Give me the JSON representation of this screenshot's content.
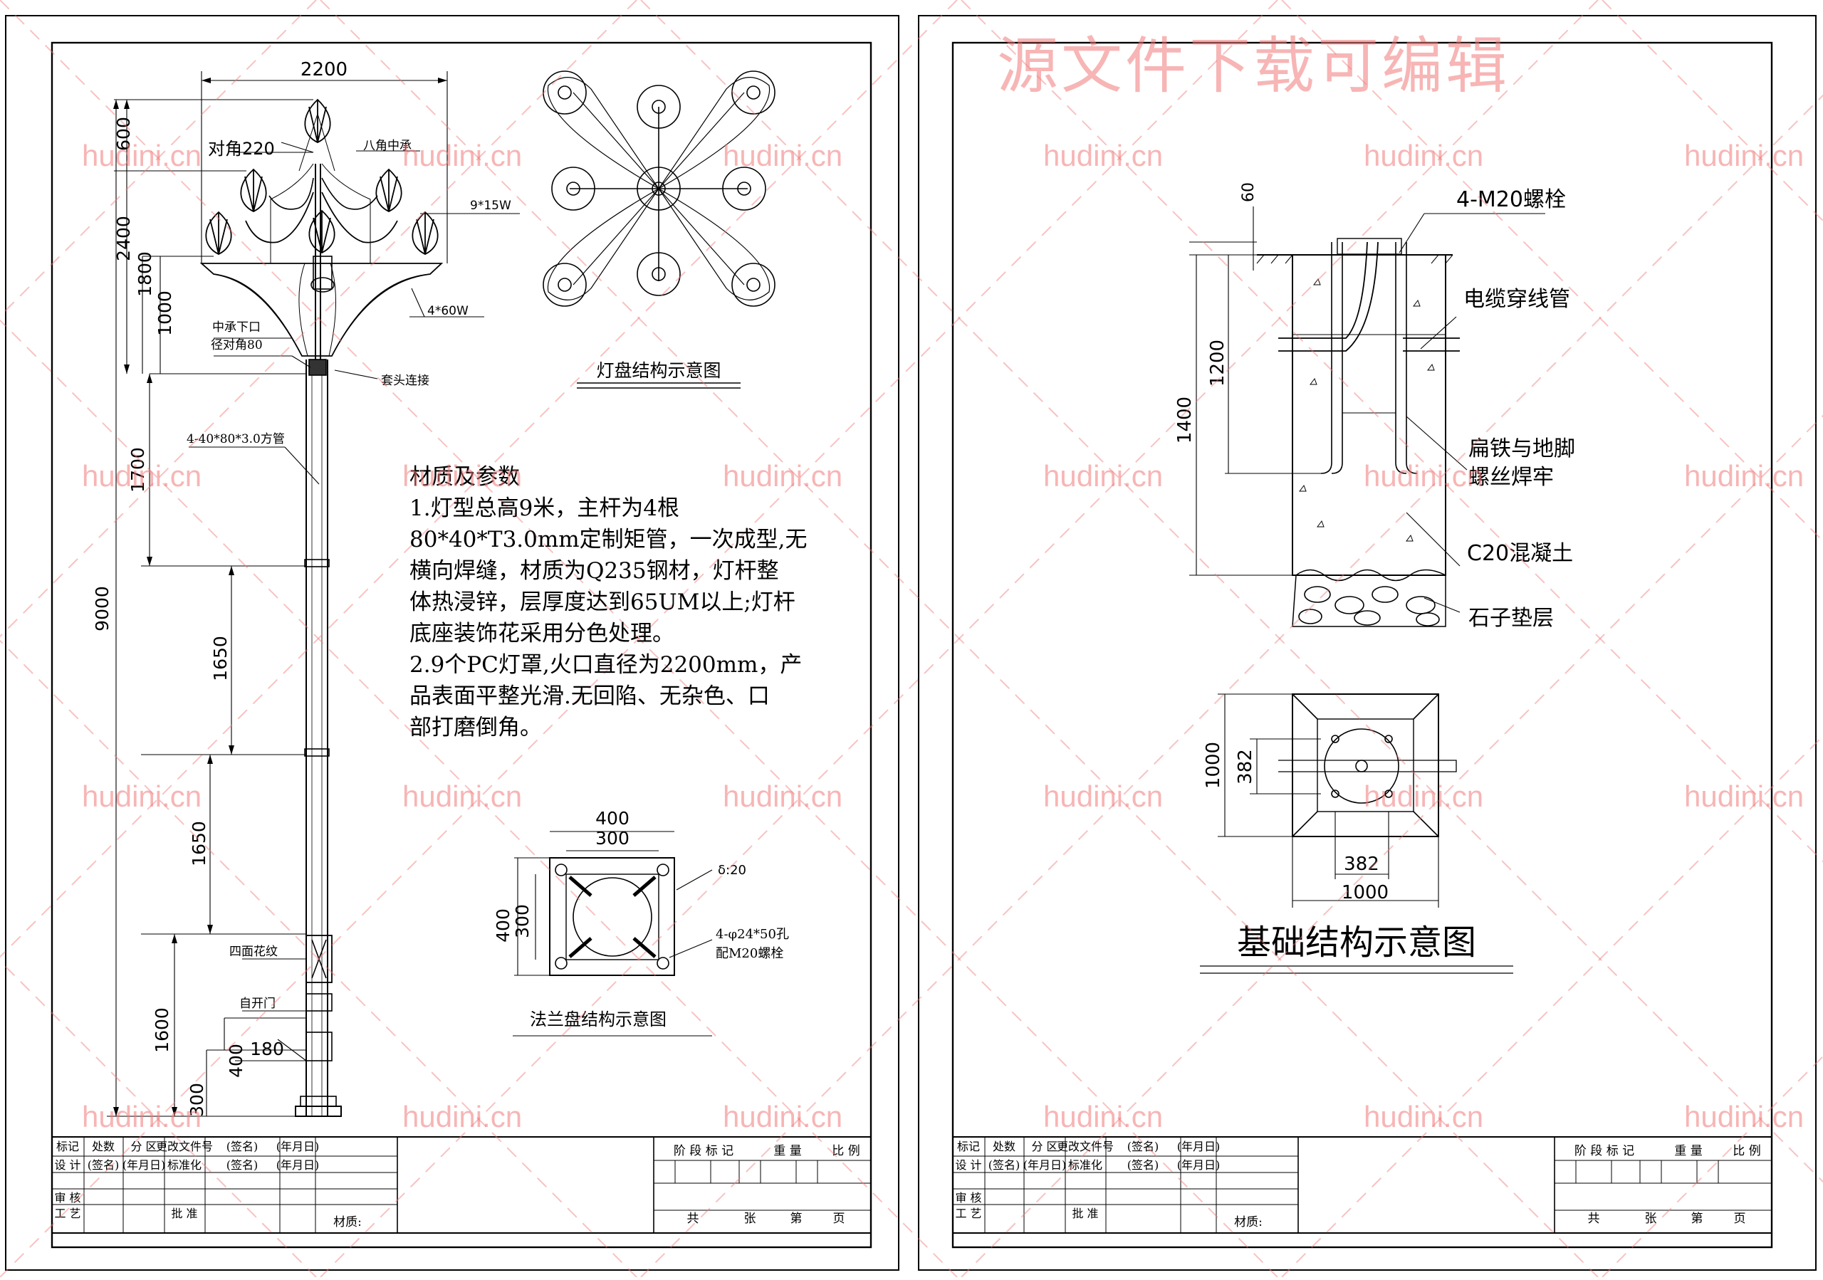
{
  "watermark": {
    "site": "hudini.cn",
    "banner": "源文件下载可编辑"
  },
  "left_sheet": {
    "pole": {
      "dims": {
        "width_top": "2200",
        "d600": "600",
        "d2400": "2400",
        "d1800": "1800",
        "d1000": "1000",
        "d9000": "9000",
        "d1700": "1700",
        "d1650a": "1650",
        "d1650b": "1650",
        "d1600": "1600",
        "d400": "400",
        "d300": "300",
        "d180": "180"
      },
      "labels": {
        "diag220": "对角220",
        "octa": "八角中承",
        "w15": "9*15W",
        "w60": "4*60W",
        "mid_lower1": "中承下口",
        "mid_lower2": "径对角80",
        "sleeve": "套头连接",
        "tube": "4-40*80*3.0方管",
        "pattern": "四面花纹",
        "door": "自开门"
      }
    },
    "lamp_disc_title": "灯盘结构示意图",
    "notes": {
      "heading": "材质及参数",
      "lines": [
        "1.灯型总高9米，主杆为4根",
        "80*40*T3.0mm定制矩管，一次成型,无",
        "横向焊缝，材质为Q235钢材，灯杆整",
        "体热浸锌，层厚度达到65UM以上;灯杆",
        "底座装饰花采用分色处理。",
        "2.9个PC灯罩,火口直径为2200mm，产",
        "品表面平整光滑.无回陷、无杂色、口",
        "部打磨倒角。"
      ]
    },
    "flange": {
      "w400": "400",
      "w300": "300",
      "h400": "400",
      "h300": "300",
      "thickness": "δ:20",
      "holes1": "4-φ24*50孔",
      "holes2": "配M20螺栓",
      "title": "法兰盘结构示意图"
    }
  },
  "right_sheet": {
    "foundation": {
      "d60": "60",
      "d1200": "1200",
      "d1400": "1400",
      "bolt": "4-M20螺栓",
      "cable": "电缆穿线管",
      "weld1": "扁铁与地脚",
      "weld2": "螺丝焊牢",
      "concrete": "C20混凝土",
      "gravel": "石子垫层"
    },
    "plan": {
      "d1000v": "1000",
      "d382v": "382",
      "d382h": "382",
      "d1000h": "1000"
    },
    "title": "基础结构示意图"
  },
  "title_block": {
    "row1": [
      "标记",
      "处数",
      "分 区",
      "更改文件号",
      "(签名)",
      "(年月日)"
    ],
    "row2": [
      "设 计",
      "(签名)",
      "(年月日)",
      "标准化",
      "(签名)",
      "(年月日)"
    ],
    "row3": [
      "审 核"
    ],
    "row4": [
      "工 艺",
      "批 准"
    ],
    "material": "材质:",
    "stage": [
      "阶 段 标 记",
      "重 量",
      "比 例"
    ],
    "sheets": [
      "共",
      "张",
      "第",
      "页"
    ]
  }
}
